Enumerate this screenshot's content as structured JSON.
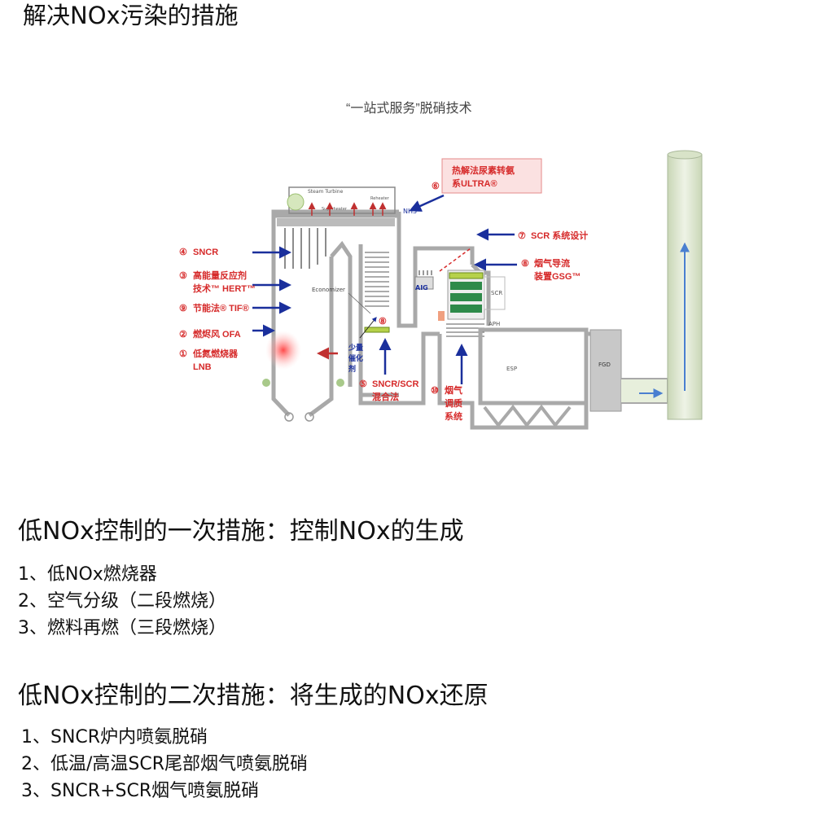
{
  "page_title": "解决NOx污染的措施",
  "diagram": {
    "title": "“一站式服务”脱硝技术",
    "labels": {
      "steam_turbine": "Steam Turbine",
      "superheater": "Superheater",
      "reheater": "Reheater",
      "nh3": "NH3",
      "economizer": "Economizer",
      "aig": "AIG",
      "scr_box": "SCR",
      "aph": "APH",
      "esp": "ESP",
      "fgd": "FGD"
    },
    "callouts": [
      {
        "num": "⑥",
        "lines": [
          "热解法尿素转氨",
          "系ULTRA®"
        ]
      },
      {
        "num": "⑦",
        "lines": [
          "SCR 系统设计"
        ]
      },
      {
        "num": "⑧",
        "lines": [
          "烟气导流",
          "装置GSG™"
        ]
      },
      {
        "num": "④",
        "lines": [
          "SNCR"
        ]
      },
      {
        "num": "③",
        "lines": [
          "高能量反应剂",
          "技术™ HERT™"
        ]
      },
      {
        "num": "⑨",
        "lines": [
          "节能法® TIF®"
        ]
      },
      {
        "num": "②",
        "lines": [
          "燃烬风 OFA"
        ]
      },
      {
        "num": "①",
        "lines": [
          "低氮燃烧器",
          "LNB"
        ]
      },
      {
        "num": "⑤",
        "lines": [
          "SNCR/SCR",
          "混合法"
        ]
      },
      {
        "num": "⑩",
        "lines": [
          "烟气",
          "调质",
          "系统"
        ]
      }
    ],
    "catalyst_label": [
      "少量",
      "催化",
      "剂"
    ],
    "marker_8": "⑧"
  },
  "section1": {
    "heading": "低NOx控制的一次措施：控制NOx的生成",
    "items": [
      "1、低NOx燃烧器",
      "2、空气分级（二段燃烧）",
      "3、燃料再燃（三段燃烧）"
    ]
  },
  "section2": {
    "heading": "低NOx控制的二次措施：将生成的NOx还原",
    "items": [
      "1、SNCR炉内喷氨脱硝",
      "2、低温/高温SCR尾部烟气喷氨脱硝",
      "3、SNCR+SCR烟气喷氨脱硝"
    ]
  },
  "colors": {
    "callout_red": "#d62a2a",
    "arrow_blue": "#1a2f9c",
    "duct_gray": "#a9a9a9",
    "stack_green": "#e3ecd7"
  }
}
